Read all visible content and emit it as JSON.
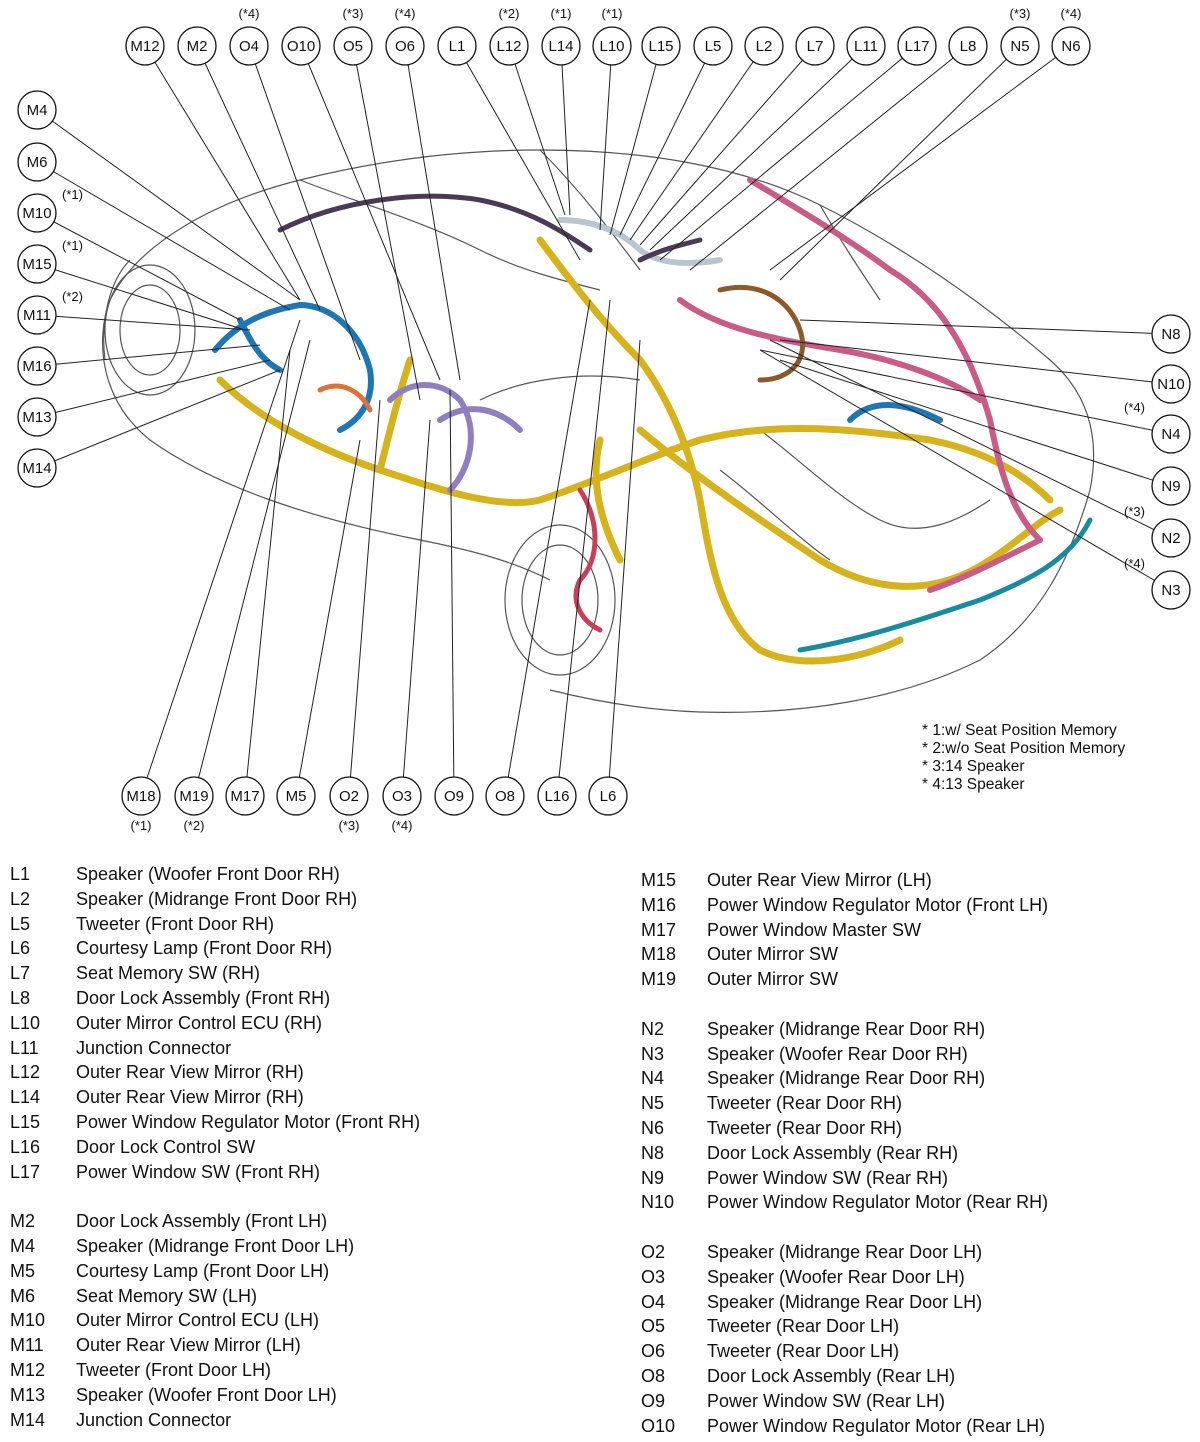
{
  "callouts": {
    "top": [
      {
        "code": "M12",
        "note": ""
      },
      {
        "code": "M2",
        "note": ""
      },
      {
        "code": "O4",
        "note": "(*4)"
      },
      {
        "code": "O10",
        "note": ""
      },
      {
        "code": "O5",
        "note": "(*3)"
      },
      {
        "code": "O6",
        "note": "(*4)"
      },
      {
        "code": "L1",
        "note": ""
      },
      {
        "code": "L12",
        "note": "(*2)"
      },
      {
        "code": "L14",
        "note": "(*1)"
      },
      {
        "code": "L10",
        "note": "(*1)"
      },
      {
        "code": "L15",
        "note": ""
      },
      {
        "code": "L5",
        "note": ""
      },
      {
        "code": "L2",
        "note": ""
      },
      {
        "code": "L7",
        "note": ""
      },
      {
        "code": "L11",
        "note": ""
      },
      {
        "code": "L17",
        "note": ""
      },
      {
        "code": "L8",
        "note": ""
      },
      {
        "code": "N5",
        "note": "(*3)"
      },
      {
        "code": "N6",
        "note": "(*4)"
      }
    ],
    "left": [
      {
        "code": "M4",
        "note": ""
      },
      {
        "code": "M6",
        "note": ""
      },
      {
        "code": "M10",
        "note": "(*1)"
      },
      {
        "code": "M15",
        "note": "(*1)"
      },
      {
        "code": "M11",
        "note": "(*2)"
      },
      {
        "code": "M16",
        "note": ""
      },
      {
        "code": "M13",
        "note": ""
      },
      {
        "code": "M14",
        "note": ""
      }
    ],
    "right": [
      {
        "code": "N8",
        "note": ""
      },
      {
        "code": "N10",
        "note": ""
      },
      {
        "code": "N4",
        "note": "(*4)"
      },
      {
        "code": "N9",
        "note": ""
      },
      {
        "code": "N2",
        "note": "(*3)"
      },
      {
        "code": "N3",
        "note": "(*4)"
      }
    ],
    "bottom": [
      {
        "code": "M18",
        "note": "(*1)"
      },
      {
        "code": "M19",
        "note": "(*2)"
      },
      {
        "code": "M17",
        "note": ""
      },
      {
        "code": "M5",
        "note": ""
      },
      {
        "code": "O2",
        "note": "(*3)"
      },
      {
        "code": "O3",
        "note": "(*4)"
      },
      {
        "code": "O9",
        "note": ""
      },
      {
        "code": "O8",
        "note": ""
      },
      {
        "code": "L16",
        "note": ""
      },
      {
        "code": "L6",
        "note": ""
      }
    ]
  },
  "notes": [
    "* 1:w/ Seat Position Memory",
    "* 2:w/o Seat Position Memory",
    "* 3:14 Speaker",
    "* 4:13 Speaker"
  ],
  "legend": {
    "left": [
      [
        {
          "code": "L1",
          "name": "Speaker (Woofer Front Door RH)"
        },
        {
          "code": "L2",
          "name": "Speaker (Midrange Front Door RH)"
        },
        {
          "code": "L5",
          "name": "Tweeter (Front Door RH)"
        },
        {
          "code": "L6",
          "name": "Courtesy Lamp (Front Door RH)"
        },
        {
          "code": "L7",
          "name": "Seat Memory SW (RH)"
        },
        {
          "code": "L8",
          "name": "Door Lock Assembly (Front RH)"
        },
        {
          "code": "L10",
          "name": "Outer Mirror Control ECU (RH)"
        },
        {
          "code": "L11",
          "name": "Junction Connector"
        },
        {
          "code": "L12",
          "name": "Outer Rear View Mirror (RH)"
        },
        {
          "code": "L14",
          "name": "Outer Rear View Mirror (RH)"
        },
        {
          "code": "L15",
          "name": "Power Window Regulator Motor (Front RH)"
        },
        {
          "code": "L16",
          "name": "Door Lock Control SW"
        },
        {
          "code": "L17",
          "name": "Power Window SW (Front RH)"
        }
      ],
      [
        {
          "code": "M2",
          "name": "Door Lock Assembly (Front LH)"
        },
        {
          "code": "M4",
          "name": "Speaker (Midrange Front Door LH)"
        },
        {
          "code": "M5",
          "name": "Courtesy Lamp (Front Door LH)"
        },
        {
          "code": "M6",
          "name": "Seat Memory SW (LH)"
        },
        {
          "code": "M10",
          "name": "Outer Mirror Control ECU (LH)"
        },
        {
          "code": "M11",
          "name": "Outer Rear View Mirror (LH)"
        },
        {
          "code": "M12",
          "name": "Tweeter (Front Door LH)"
        },
        {
          "code": "M13",
          "name": "Speaker (Woofer Front Door LH)"
        },
        {
          "code": "M14",
          "name": "Junction Connector"
        }
      ]
    ],
    "right": [
      [
        {
          "code": "M15",
          "name": "Outer Rear View Mirror (LH)"
        },
        {
          "code": "M16",
          "name": "Power Window Regulator Motor (Front LH)"
        },
        {
          "code": "M17",
          "name": "Power Window Master SW"
        },
        {
          "code": "M18",
          "name": "Outer Mirror SW"
        },
        {
          "code": "M19",
          "name": "Outer Mirror SW"
        }
      ],
      [
        {
          "code": "N2",
          "name": "Speaker (Midrange Rear Door RH)"
        },
        {
          "code": "N3",
          "name": "Speaker (Woofer Rear Door RH)"
        },
        {
          "code": "N4",
          "name": "Speaker (Midrange Rear Door RH)"
        },
        {
          "code": "N5",
          "name": "Tweeter (Rear Door RH)"
        },
        {
          "code": "N6",
          "name": "Tweeter (Rear Door RH)"
        },
        {
          "code": "N8",
          "name": "Door Lock Assembly (Rear RH)"
        },
        {
          "code": "N9",
          "name": "Power Window SW (Rear RH)"
        },
        {
          "code": "N10",
          "name": "Power Window Regulator Motor (Rear RH)"
        }
      ],
      [
        {
          "code": "O2",
          "name": "Speaker (Midrange Rear Door LH)"
        },
        {
          "code": "O3",
          "name": "Speaker (Woofer Rear Door LH)"
        },
        {
          "code": "O4",
          "name": "Speaker (Midrange Rear Door LH)"
        },
        {
          "code": "O5",
          "name": "Tweeter (Rear Door LH)"
        },
        {
          "code": "O6",
          "name": "Tweeter (Rear Door LH)"
        },
        {
          "code": "O8",
          "name": "Door Lock Assembly (Rear LH)"
        },
        {
          "code": "O9",
          "name": "Power Window SW (Rear LH)"
        },
        {
          "code": "O10",
          "name": "Power Window Regulator Motor (Rear LH)"
        }
      ]
    ]
  },
  "harness_colors": {
    "outline": "#444444",
    "floor_harness": "#d6b21c",
    "front_left_door": "#1f76b4",
    "front_right_door": "#b9c6cf",
    "rear_right_door": "#c95c86",
    "rear_left_door": "#8f7fbf",
    "rear_right_door_brown": "#8a5a2b",
    "roof": "#4a3a55",
    "rear_blue": "#1a8aa0",
    "dash_red": "#c7405a",
    "seat_orange": "#d9733a",
    "green_connector": "#6f9a3c"
  }
}
